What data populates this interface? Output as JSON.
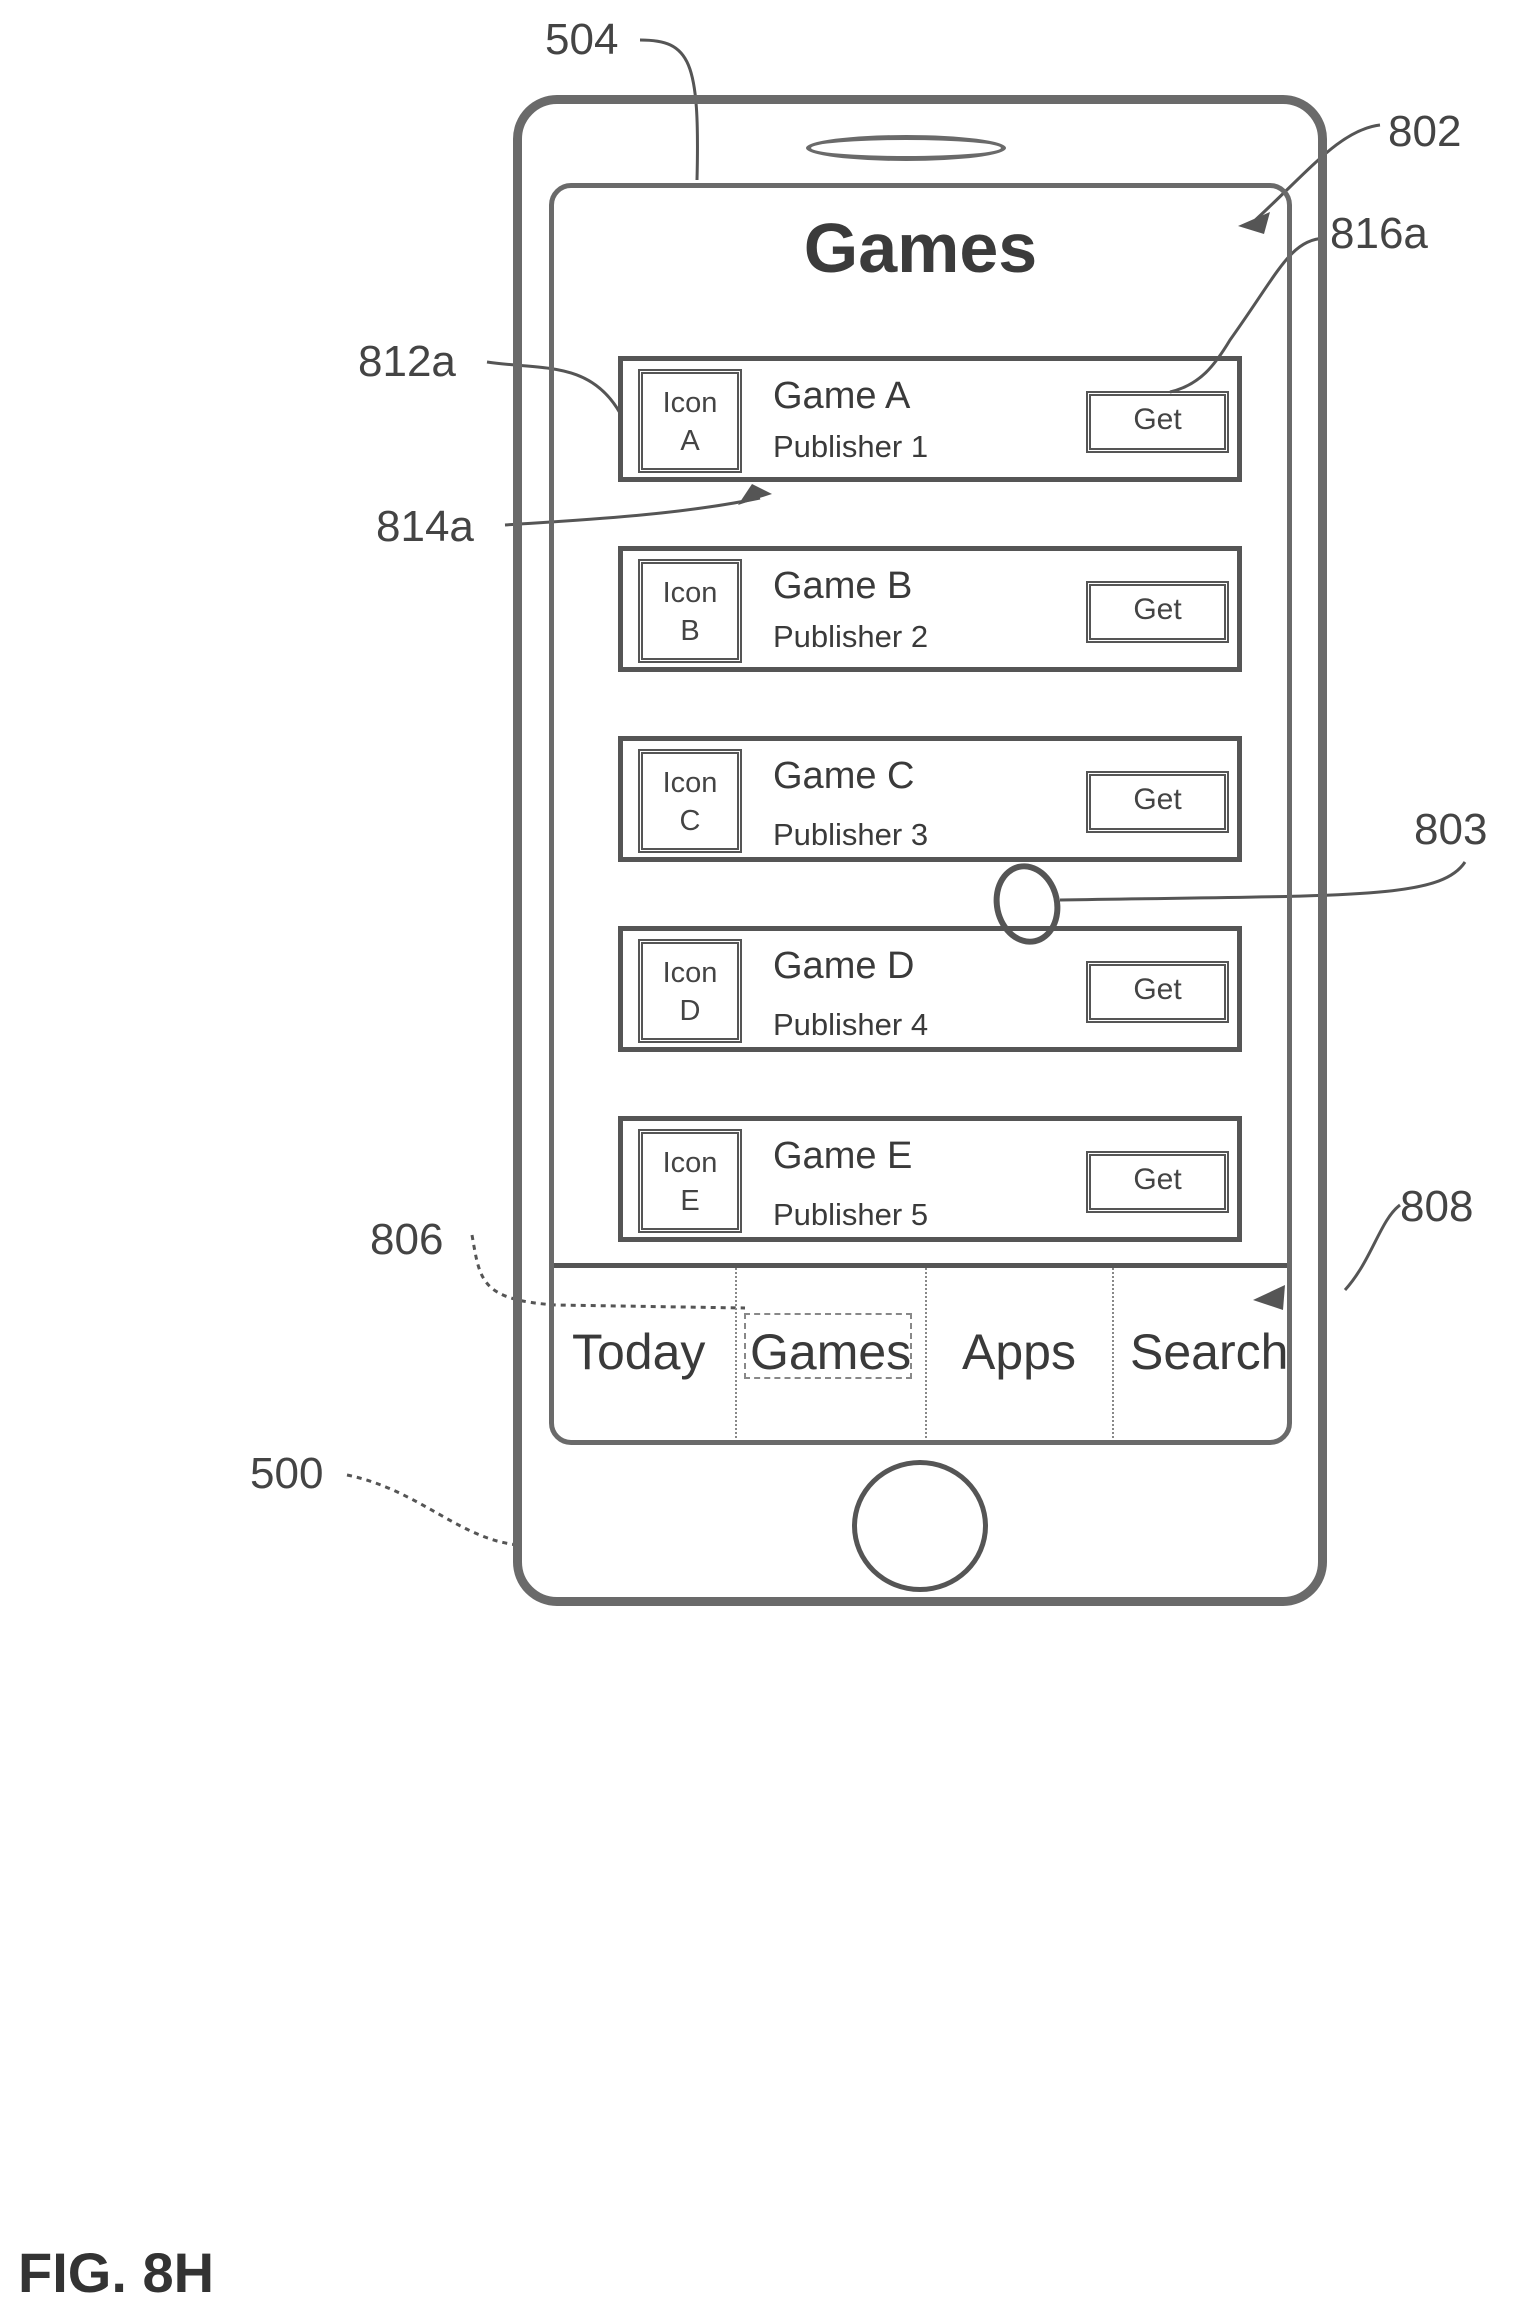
{
  "references": {
    "r504": "504",
    "r802": "802",
    "r816a": "816a",
    "r812a": "812a",
    "r814a": "814a",
    "r803": "803",
    "r806": "806",
    "r808": "808",
    "r500": "500"
  },
  "screen": {
    "title": "Games",
    "rows": [
      {
        "icon_line1": "Icon",
        "icon_line2": "A",
        "name": "Game A",
        "publisher": "Publisher 1",
        "button": "Get"
      },
      {
        "icon_line1": "Icon",
        "icon_line2": "B",
        "name": "Game B",
        "publisher": "Publisher 2",
        "button": "Get"
      },
      {
        "icon_line1": "Icon",
        "icon_line2": "C",
        "name": "Game C",
        "publisher": "Publisher 3",
        "button": "Get"
      },
      {
        "icon_line1": "Icon",
        "icon_line2": "D",
        "name": "Game D",
        "publisher": "Publisher 4",
        "button": "Get"
      },
      {
        "icon_line1": "Icon",
        "icon_line2": "E",
        "name": "Game E",
        "publisher": "Publisher 5",
        "button": "Get"
      }
    ],
    "tabs": [
      "Today",
      "Games",
      "Apps",
      "Search"
    ],
    "selected_tab": "Games"
  },
  "figure_label": "FIG. 8H"
}
